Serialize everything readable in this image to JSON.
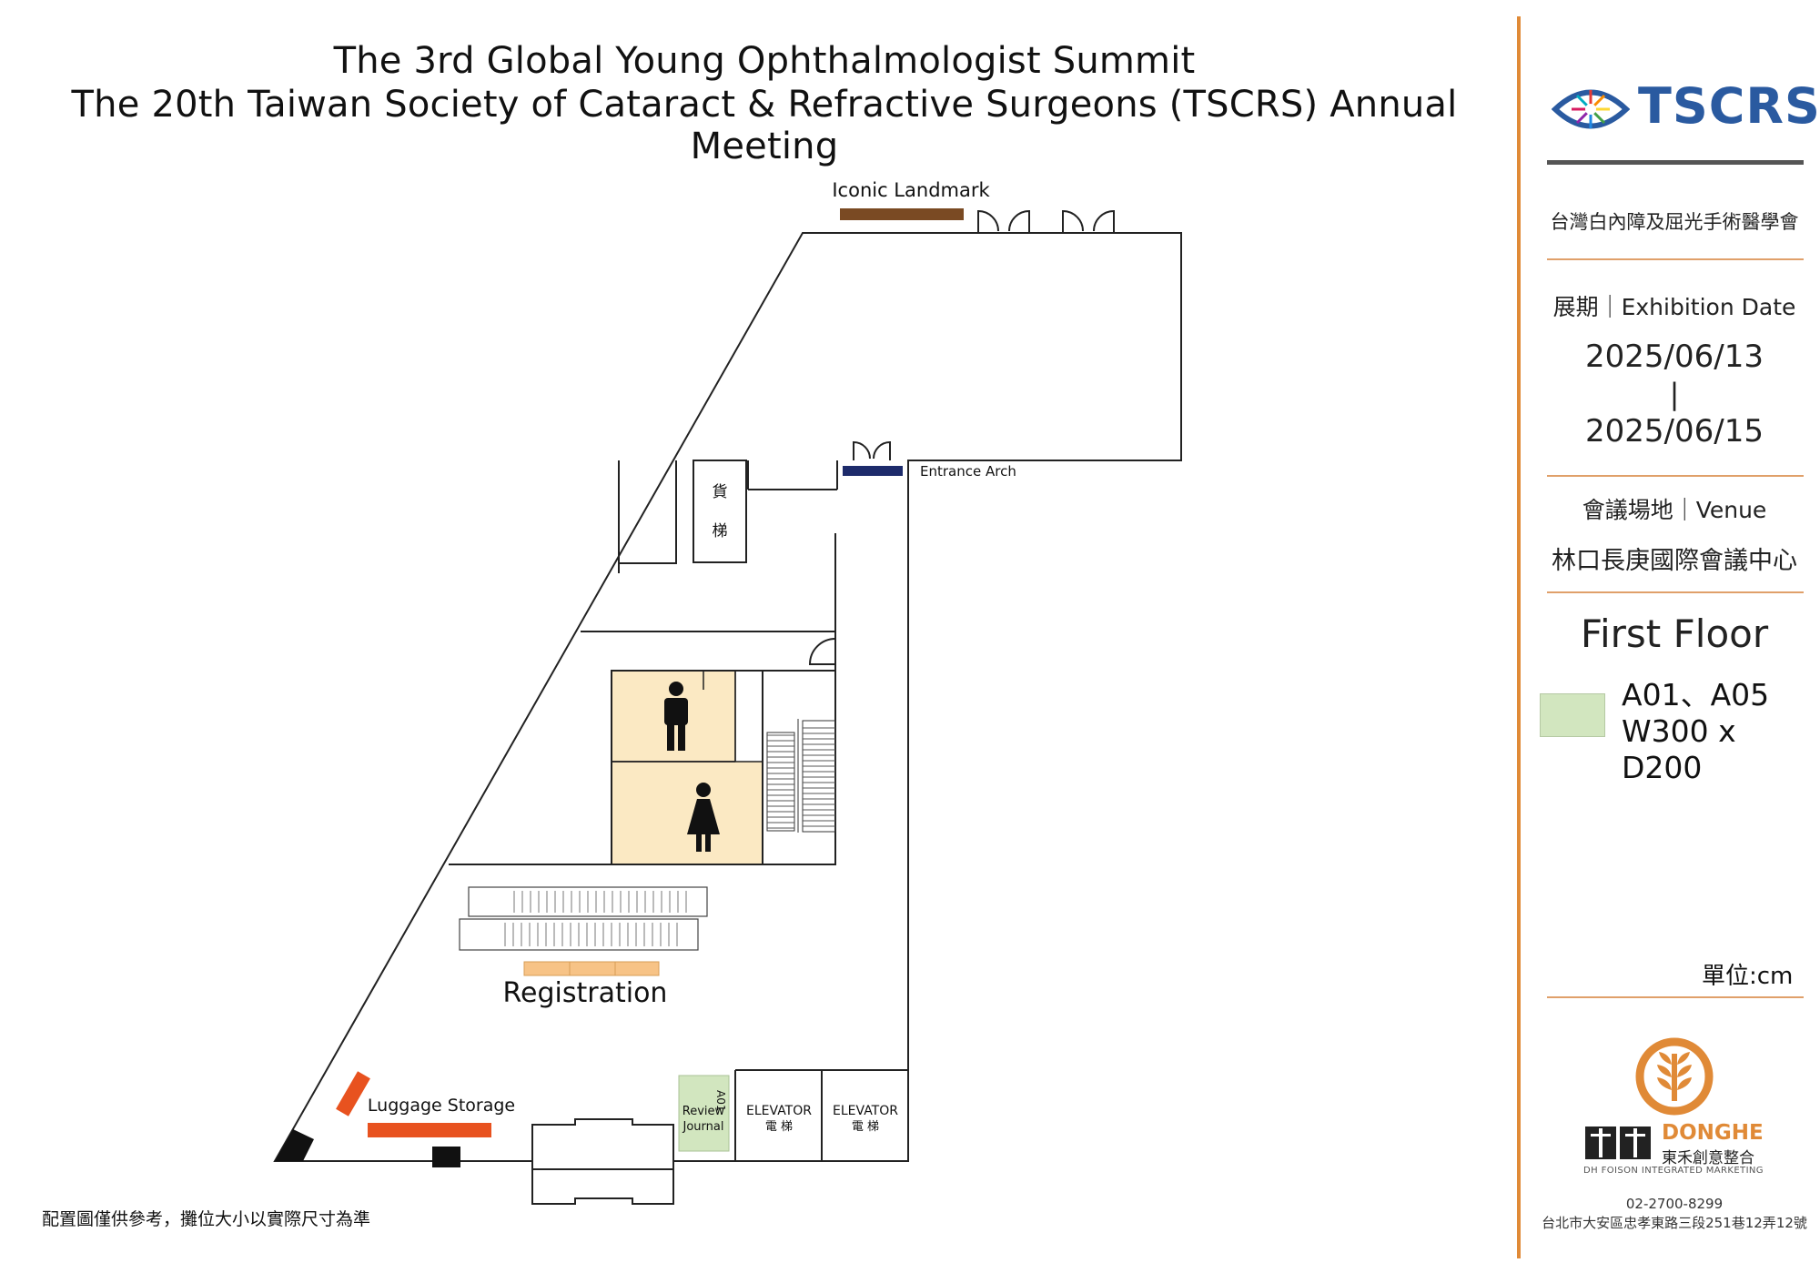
{
  "header": {
    "title_line1": "The 3rd Global Young Ophthalmologist Summit",
    "title_line2": "The 20th Taiwan Society of Cataract & Refractive Surgeons (TSCRS) Annual Meeting"
  },
  "floorplan": {
    "iconic_landmark": "Iconic Landmark",
    "entrance_arch": "Entrance Arch",
    "freight_elevator_1": "貨",
    "freight_elevator_2": "梯",
    "registration": "Registration",
    "luggage_storage": "Luggage Storage",
    "booth_id": "A01",
    "booth_name_1": "Review",
    "booth_name_2": "Journal",
    "elevator_en": "ELEVATOR",
    "elevator_cn": "電 梯",
    "restroom_men_icon": "man-icon",
    "restroom_women_icon": "woman-icon"
  },
  "disclaimer": "配置圖僅供參考，攤位大小以實際尺寸為準",
  "sidebar": {
    "logo_text": "TSCRS",
    "org_name": "台灣白內障及屈光手術醫學會",
    "exhibition_label": "展期｜Exhibition Date",
    "date_start": "2025/06/13",
    "date_separator": "|",
    "date_end": "2025/06/15",
    "venue_label": "會議場地｜Venue",
    "venue_name": "林口長庚國際會議中心",
    "floor": "First Floor",
    "legend_booths": "A01、A05",
    "legend_size": "W300 x D200",
    "unit": "單位:cm",
    "company_name": "DONGHE",
    "company_name_cn": "東禾創意整合",
    "company_sub": "DH FOISON INTEGRATED MARKETING",
    "phone": "02-2700-8299",
    "address": "台北市大安區忠孝東路三段251巷12弄12號"
  },
  "colors": {
    "accent_orange": "#e08a37",
    "brand_blue": "#2a5aa0",
    "booth_green": "#d2e6bf",
    "restroom_fill": "#fbe9c3",
    "registration_desk": "#f7c386",
    "luggage_red": "#e8521f",
    "landmark_brown": "#7a4a23",
    "arch_navy": "#1d2b6b"
  }
}
